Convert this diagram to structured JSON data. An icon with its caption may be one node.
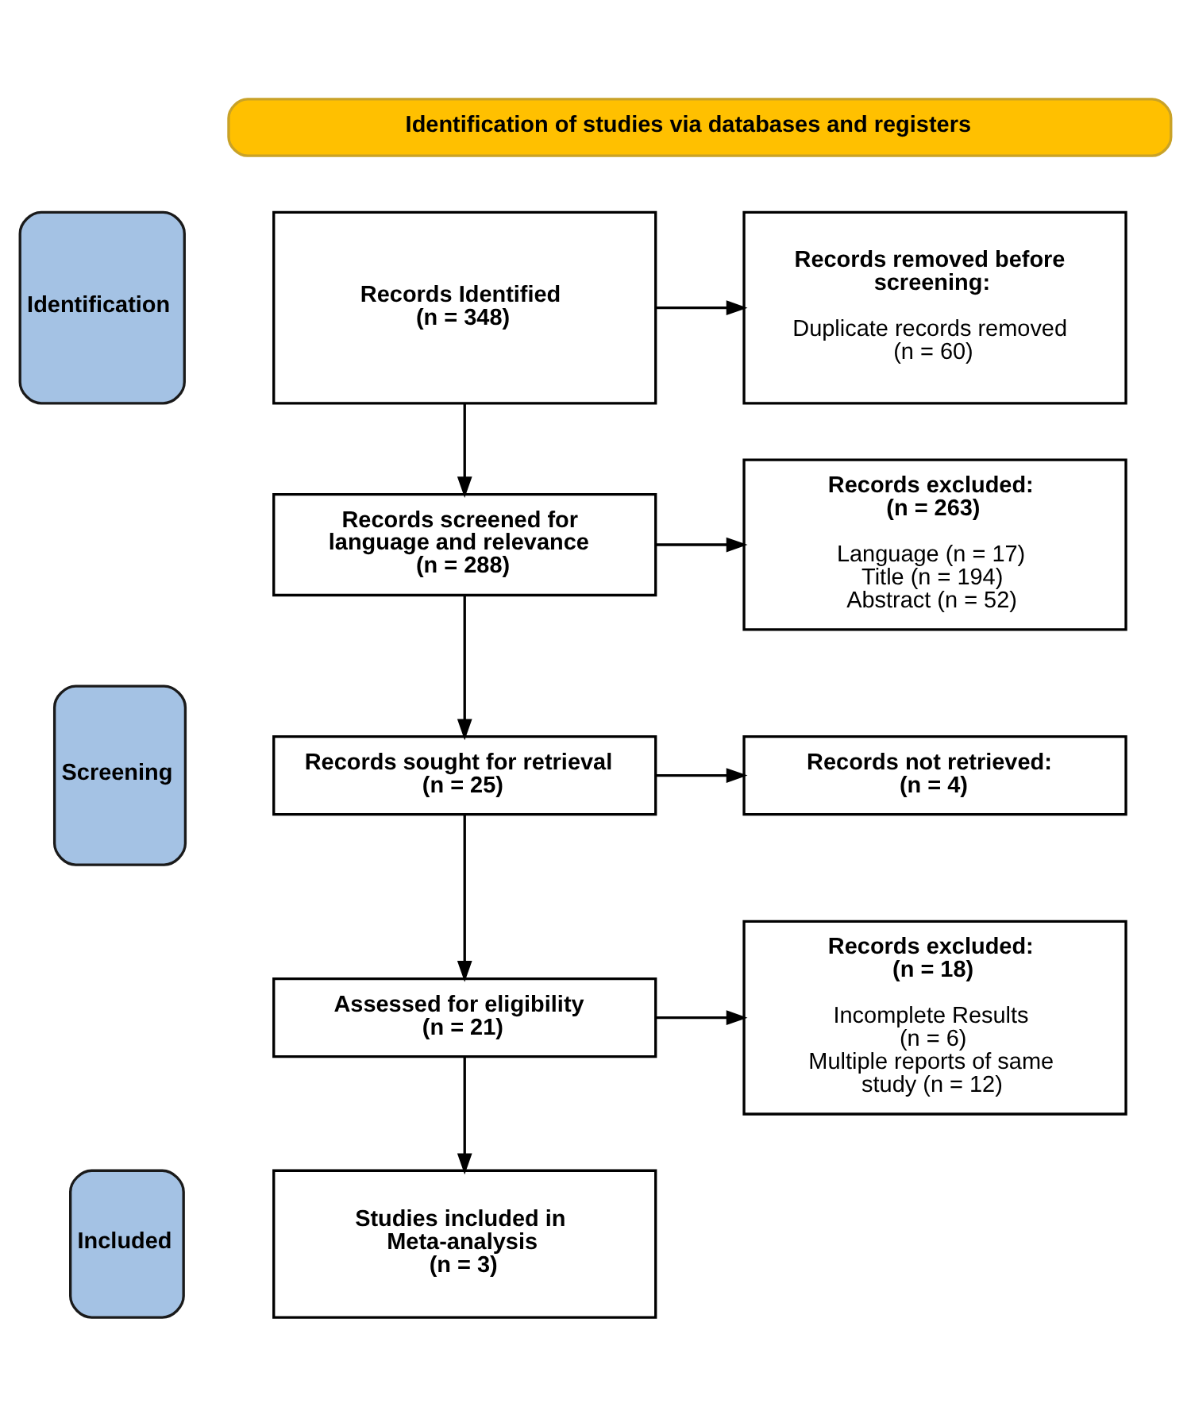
{
  "diagram": {
    "nodes": [
      {
        "text": [
          "Identification of studies via databases and registers"
        ]
      },
      {
        "text": [
          "Identification"
        ]
      },
      {
        "text": [
          "Records Identified (n = 348)"
        ]
      },
      {
        "text": [
          "Records removed before screening:",
          "Duplicate records removed (n = 60)"
        ]
      },
      {
        "text": [
          "Screening"
        ]
      },
      {
        "text": [
          "Records screened for language and relevance (n = 288)"
        ]
      },
      {
        "text": [
          "Records excluded: (n = 263)",
          "Language (n = 17)",
          "Title (n = 194)",
          "Abstract (n = 52)"
        ]
      },
      {
        "text": [
          "Records sought for retrieval (n = 25)"
        ]
      },
      {
        "text": [
          "Records not retrieved: (n = 4)"
        ]
      },
      {
        "text": [
          "Assessed for eligibility (n = 21)"
        ]
      },
      {
        "text": [
          "Records excluded: (n = 18)",
          "Incomplete Results (n = 6)",
          "Multiple reports of same study (n = 12)"
        ]
      },
      {
        "text": [
          "Included"
        ]
      },
      {
        "text": [
          "Studies included in Meta-analysis (n = 3)"
        ]
      }
    ],
    "edges": [
      {
        "from": 2,
        "to": 3,
        "arrow": "to"
      },
      {
        "from": 2,
        "to": 5,
        "arrow": "to"
      },
      {
        "from": 5,
        "to": 6,
        "arrow": "to"
      },
      {
        "from": 5,
        "to": 7,
        "arrow": "to"
      },
      {
        "from": 7,
        "to": 8,
        "arrow": "to"
      },
      {
        "from": 7,
        "to": 9,
        "arrow": "to"
      },
      {
        "from": 9,
        "to": 10,
        "arrow": "to"
      },
      {
        "from": 9,
        "to": 12,
        "arrow": "to"
      }
    ]
  }
}
